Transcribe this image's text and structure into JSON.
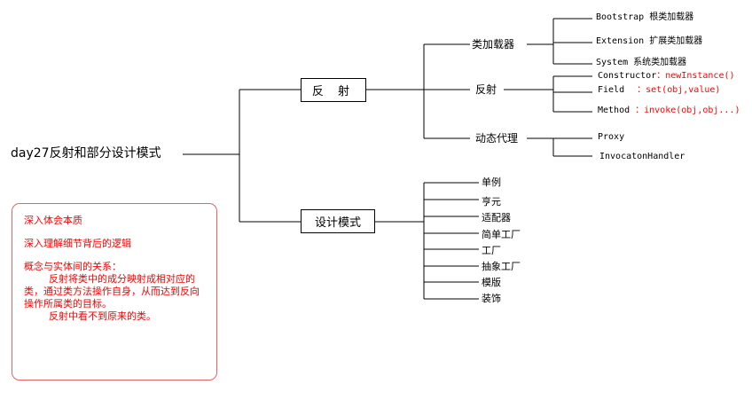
{
  "root": "day27反射和部分设计模式",
  "reflection": {
    "label": "反 射",
    "classloader": {
      "label": "类加载器",
      "items": [
        "Bootstrap 根类加载器",
        "Extension 扩展类加载器",
        "System 系统类加载器"
      ]
    },
    "reflect": {
      "label": "反射",
      "items": [
        {
          "name": "Constructor",
          "detail": "：newInstance()"
        },
        {
          "name": "Field",
          "detail": "：set(obj,value)"
        },
        {
          "name": "Method",
          "detail": "：invoke(obj,obj...)"
        }
      ]
    },
    "proxy": {
      "label": "动态代理",
      "items": [
        "Proxy",
        "InvocatonHandler"
      ]
    }
  },
  "patterns": {
    "label": "设计模式",
    "items": [
      "单例",
      "亨元",
      "适配器",
      "简单工厂",
      "工厂",
      "抽象工厂",
      "模版",
      "装饰"
    ]
  },
  "note": {
    "line1": "深入体会本质",
    "line2": "深入理解细节背后的逻辑",
    "line3": "概念与实体间的关系：",
    "line4": "反射将类中的成分映射成相对应的类，通过类方法操作自身，从而达到反向操作所属类的目标。",
    "line5": "反射中看不到原来的类。"
  },
  "colors": {
    "line": "#000000",
    "note_text": "#ff0000",
    "note_border": "#e06666"
  }
}
